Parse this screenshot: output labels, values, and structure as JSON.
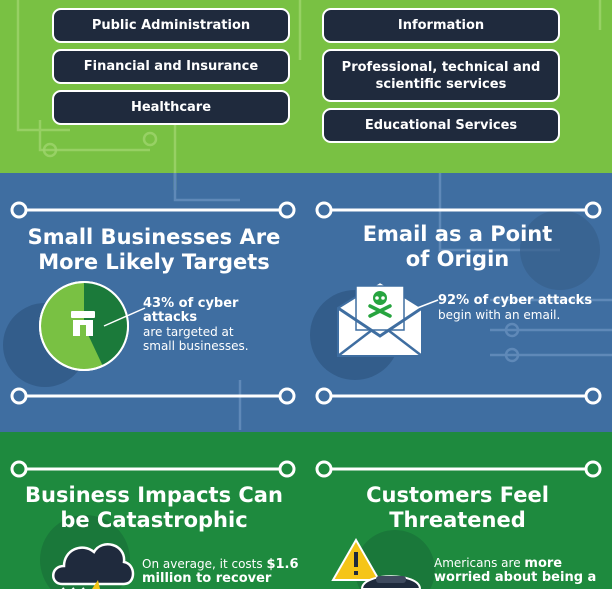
{
  "industries_left": [
    "Public Administration",
    "Financial and Insurance",
    "Healthcare"
  ],
  "industries_right": [
    "Information",
    "Professional, technical and scientific services",
    "Educational Services"
  ],
  "small_business": {
    "title_line1": "Small Businesses Are",
    "title_line2": "More Likely Targets",
    "stat": "43% of cyber attacks",
    "desc_line1": "are targeted at",
    "desc_line2": "small businesses.",
    "percent": 43
  },
  "email": {
    "title_line1": "Email as a Point",
    "title_line2": "of Origin",
    "stat": "92% of cyber attacks",
    "desc": "begin with an email."
  },
  "business_impacts": {
    "title_line1": "Business Impacts Can",
    "title_line2": "be Catastrophic",
    "text_line1_prefix": "On average, it costs ",
    "text_line1_value": "$1.6",
    "text_line2": "million to recover"
  },
  "customers": {
    "title_line1": "Customers Feel",
    "title_line2": "Threatened",
    "text_prefix": "Americans are ",
    "text_bold1": "more",
    "text_line2": "worried about being a"
  },
  "colors": {
    "light_green": "#79c143",
    "blue": "#3f6ea1",
    "dark_green": "#1e8a3e",
    "navy": "#1f2a3d",
    "pie_dark": "#1b7a3a",
    "pie_light": "#79c143",
    "warning_yellow": "#f5c518"
  }
}
